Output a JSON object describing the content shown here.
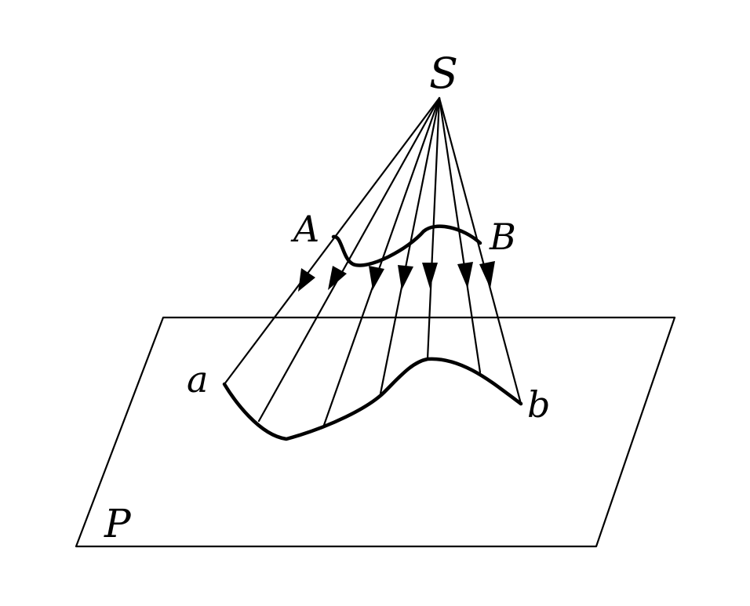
{
  "figure": {
    "labels": {
      "source": "S",
      "curve_start": "A",
      "curve_end": "B",
      "proj_start": "a",
      "proj_end": "b",
      "plane": "P"
    },
    "projection_ray_count": 7
  }
}
